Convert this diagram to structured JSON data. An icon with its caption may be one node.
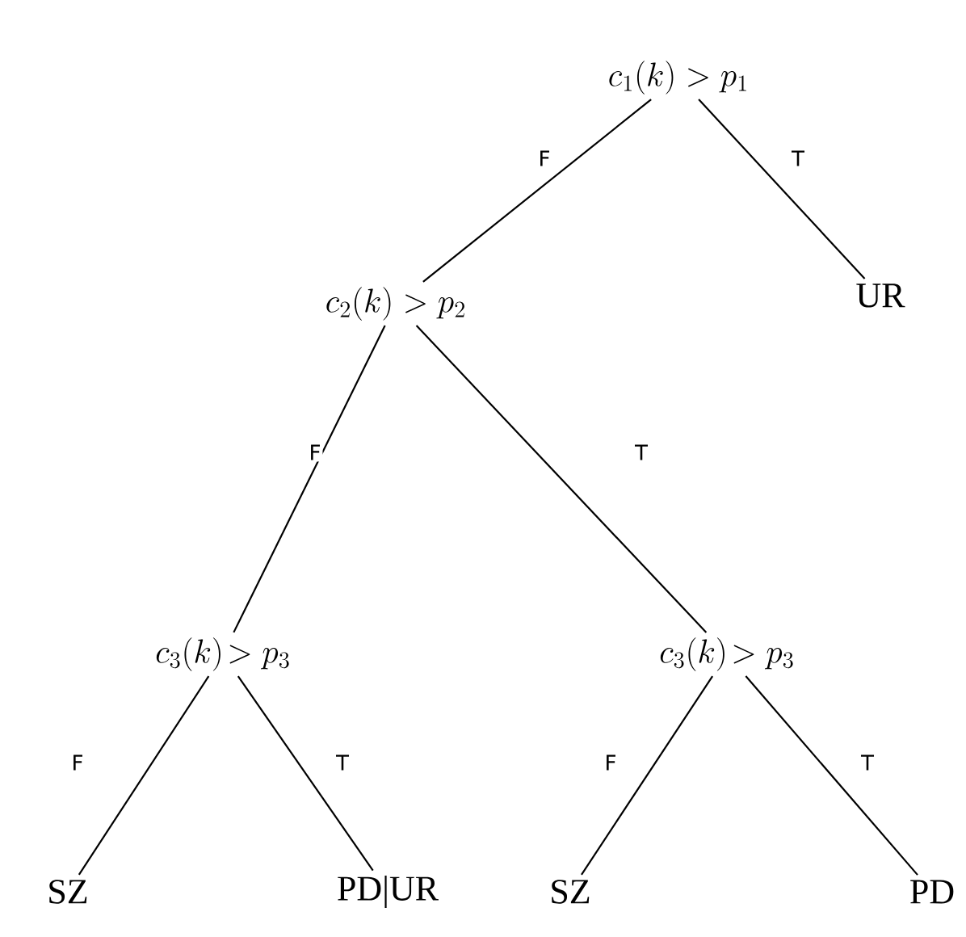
{
  "diagram": {
    "nodes": [
      {
        "text": [
          "c_1(k) > p_1"
        ]
      },
      {
        "text": [
          "c_2(k) > p_2"
        ]
      },
      {
        "text": [
          "UR"
        ]
      },
      {
        "text": [
          "c_3(k)\\!> p_3"
        ]
      },
      {
        "text": [
          "c_3(k)\\!> p_3"
        ]
      },
      {
        "text": [
          "SZ"
        ]
      },
      {
        "text": [
          "PD|UR"
        ]
      },
      {
        "text": [
          "SZ"
        ]
      },
      {
        "text": [
          "PD"
        ]
      }
    ],
    "edges": [
      {
        "from": 0,
        "to": 1,
        "arrow": "none",
        "label": "F"
      },
      {
        "from": 0,
        "to": 2,
        "arrow": "none",
        "label": "T"
      },
      {
        "from": 1,
        "to": 3,
        "arrow": "none",
        "label": "F"
      },
      {
        "from": 1,
        "to": 4,
        "arrow": "none",
        "label": "T"
      },
      {
        "from": 3,
        "to": 5,
        "arrow": "none",
        "label": "F"
      },
      {
        "from": 3,
        "to": 6,
        "arrow": "none",
        "label": "T"
      },
      {
        "from": 4,
        "to": 7,
        "arrow": "none",
        "label": "F"
      },
      {
        "from": 4,
        "to": 8,
        "arrow": "none",
        "label": "T"
      }
    ]
  }
}
